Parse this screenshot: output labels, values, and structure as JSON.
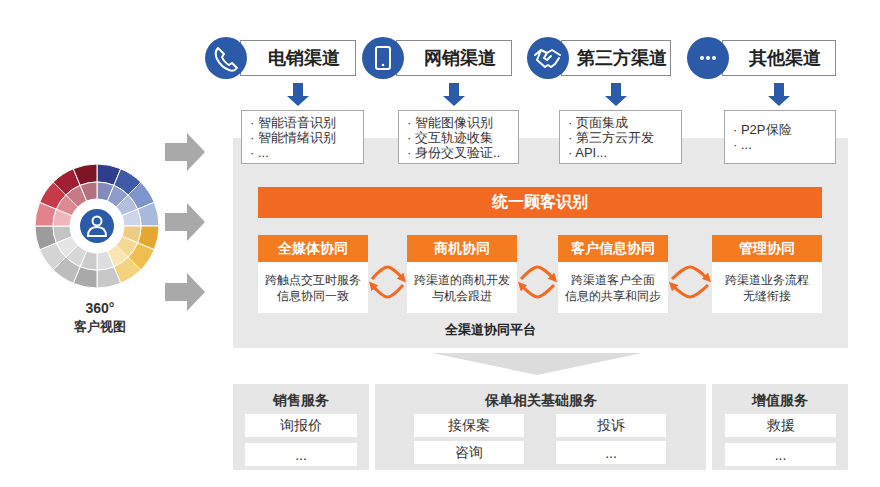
{
  "diagram": {
    "nodes": [
      {
        "text": [
          "电销渠道"
        ]
      },
      {
        "text": [
          "网销渠道"
        ]
      },
      {
        "text": [
          "第三方渠道"
        ]
      },
      {
        "text": [
          "其他渠道"
        ]
      },
      {
        "text": [
          "· 智能语音识别",
          "· 智能情绪识别",
          "· ..."
        ]
      },
      {
        "text": [
          "· 智能图像识别",
          "· 交互轨迹收集",
          "· 身份交叉验证.."
        ]
      },
      {
        "text": [
          "· 页面集成",
          "· 第三方云开发",
          "· API..."
        ]
      },
      {
        "text": [
          "· P2P保险",
          "· ..."
        ]
      },
      {
        "text": [
          "全渠道协同平台"
        ]
      },
      {
        "text": [
          "统一顾客识别"
        ],
        "in": 8
      },
      {
        "text": [
          "全媒体协同",
          "跨触点交互时服务 信息协同一致"
        ],
        "in": 8
      },
      {
        "text": [
          "商机协同",
          "跨渠道的商机开发 与机会跟进"
        ],
        "in": 8
      },
      {
        "text": [
          "客户信息协同",
          "跨渠道客户全面 信息的共享和同步"
        ],
        "in": 8
      },
      {
        "text": [
          "管理协同",
          "跨渠道业务流程 无缝衔接"
        ],
        "in": 8
      },
      {
        "text": [
          "销售服务"
        ]
      },
      {
        "text": [
          "询报价"
        ],
        "in": 14
      },
      {
        "text": [
          "..."
        ],
        "in": 14
      },
      {
        "text": [
          "保单相关基础服务"
        ]
      },
      {
        "text": [
          "接保案"
        ],
        "in": 17
      },
      {
        "text": [
          "投诉"
        ],
        "in": 17
      },
      {
        "text": [
          "咨询"
        ],
        "in": 17
      },
      {
        "text": [
          "..."
        ],
        "in": 17
      },
      {
        "text": [
          "增值服务"
        ]
      },
      {
        "text": [
          "救援"
        ],
        "in": 22
      },
      {
        "text": [
          "..."
        ],
        "in": 22
      }
    ],
    "edges": [
      {
        "from": 0,
        "to": 4,
        "arrow": "to"
      },
      {
        "from": 1,
        "to": 5,
        "arrow": "to"
      },
      {
        "from": 2,
        "to": 6,
        "arrow": "to"
      },
      {
        "from": 3,
        "to": 7,
        "arrow": "to"
      },
      {
        "from": 10,
        "to": 11,
        "arrow": "both"
      },
      {
        "from": 11,
        "to": 12,
        "arrow": "both"
      },
      {
        "from": 12,
        "to": 13,
        "arrow": "both"
      }
    ],
    "labels": [
      "360°",
      "客户视图"
    ]
  }
}
